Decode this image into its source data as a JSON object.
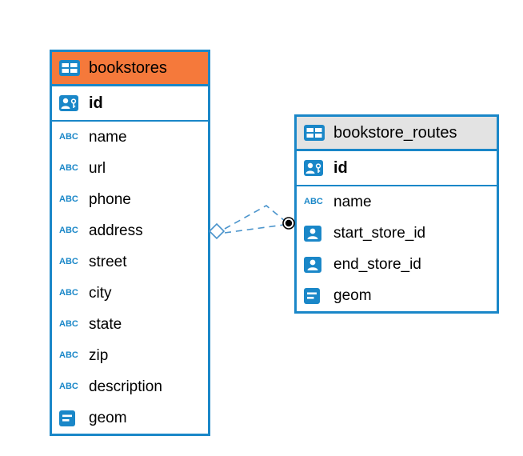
{
  "icons": {
    "abc_label": "ABC",
    "header_icon": "table-grid-icon",
    "pk_icon": "person-key-icon",
    "fk_icon": "fk-person-icon",
    "text_icon": "text-type-icon",
    "geom_icon": "geometry-icon"
  },
  "colors": {
    "table_border": "#1a87c8",
    "bookstores_header_bg": "#f5793b",
    "routes_header_bg": "#e3e3e3",
    "icon_blue": "#1a87c8",
    "relation_line": "#4a94cc",
    "relation_dot": "#000000"
  },
  "bookstores": {
    "title": "bookstores",
    "pk_name": "id",
    "columns": [
      {
        "name": "name",
        "icon": "text-type-icon"
      },
      {
        "name": "url",
        "icon": "text-type-icon"
      },
      {
        "name": "phone",
        "icon": "text-type-icon"
      },
      {
        "name": "address",
        "icon": "text-type-icon"
      },
      {
        "name": "street",
        "icon": "text-type-icon"
      },
      {
        "name": "city",
        "icon": "text-type-icon"
      },
      {
        "name": "state",
        "icon": "text-type-icon"
      },
      {
        "name": "zip",
        "icon": "text-type-icon"
      },
      {
        "name": "description",
        "icon": "text-type-icon"
      },
      {
        "name": "geom",
        "icon": "geometry-icon"
      }
    ]
  },
  "routes": {
    "title": "bookstore_routes",
    "pk_name": "id",
    "columns": [
      {
        "name": "name",
        "icon": "text-type-icon"
      },
      {
        "name": "start_store_id",
        "icon": "fk-person-icon"
      },
      {
        "name": "end_store_id",
        "icon": "fk-person-icon"
      },
      {
        "name": "geom",
        "icon": "geometry-icon"
      }
    ]
  },
  "relation": {
    "type": "foreign-key-link",
    "line_style": "dashed",
    "source_table": "bookstores",
    "target_table": "bookstore_routes",
    "source_marker": "diamond",
    "target_marker": "dot"
  }
}
